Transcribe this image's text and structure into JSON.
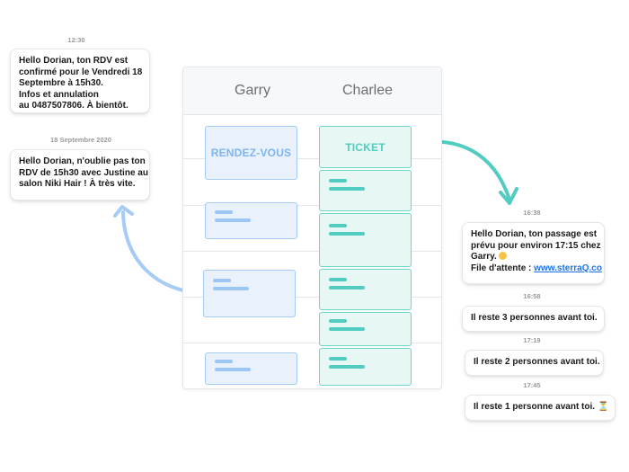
{
  "schedule": {
    "columns": [
      "Garry",
      "Charlee"
    ],
    "slots": {
      "rendez_vous_label": "RENDEZ-VOUS",
      "ticket_label": "TICKET"
    }
  },
  "messages_left": [
    {
      "time": "12:30",
      "lines": [
        "Hello Dorian, ton RDV est",
        "confirmé pour le Vendredi 18",
        "Septembre à 15h30.",
        "Infos et annulation",
        "au 0487507806. À bientôt."
      ]
    },
    {
      "time": "18 Septembre 2020",
      "lines": [
        "Hello Dorian, n'oublie pas ton",
        "RDV de 15h30 avec Justine au",
        "salon Niki Hair ! À très vite."
      ]
    }
  ],
  "messages_right": [
    {
      "time": "16:38",
      "lines": [
        "Hello Dorian, ton passage est",
        "prévu pour environ 17:15 chez",
        "Garry."
      ],
      "link_prefix": "File d'attente : ",
      "link_text": "www.sterraQ.co"
    },
    {
      "time": "16:58",
      "text": "Il reste 3 personnes avant toi."
    },
    {
      "time": "17:19",
      "text": "Il reste 2 personnes avant toi."
    },
    {
      "time": "17:45",
      "text": "Il reste 1 personne avant toi."
    }
  ],
  "icons": {
    "smile": "smile-emoji-icon",
    "hourglass": "hourglass-icon"
  },
  "colors": {
    "appointment_blue": "#a6ccf5",
    "ticket_teal": "#52cbc0",
    "link": "#1a73e8"
  }
}
